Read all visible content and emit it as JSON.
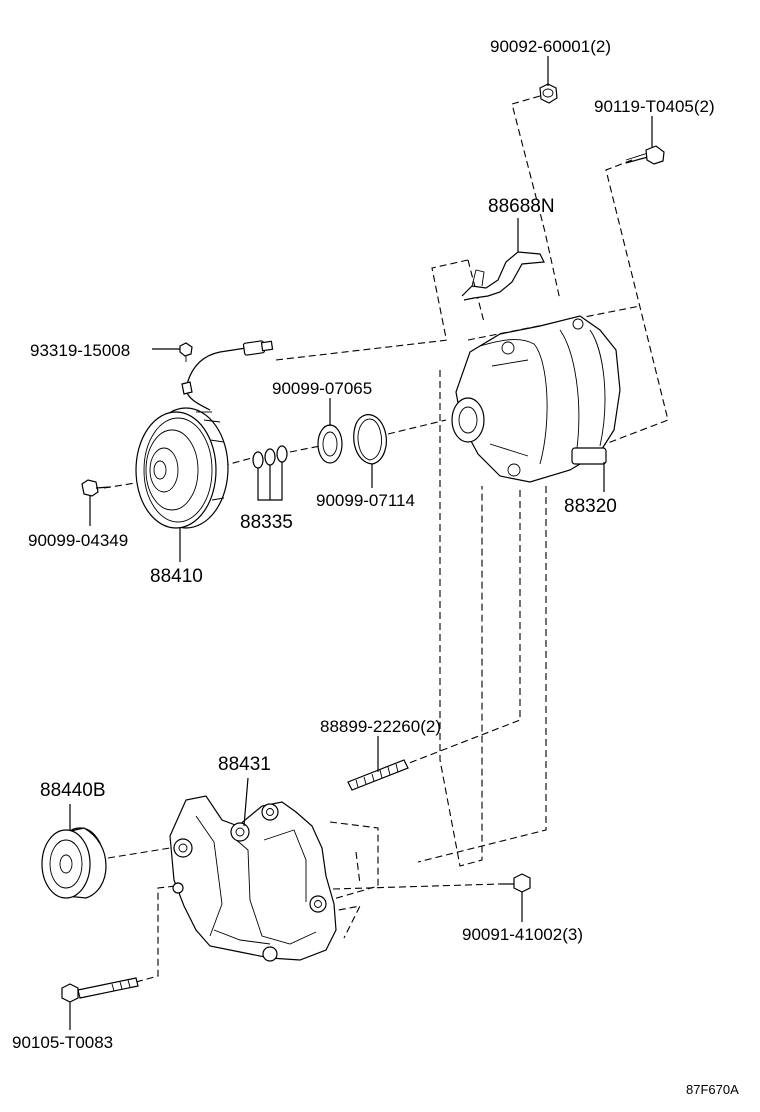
{
  "diagram": {
    "reference_code": "87F670A",
    "part_labels": {
      "p_9009260001": "90092-60001(2)",
      "p_90119T0405": "90119-T0405(2)",
      "p_88688N": "88688N",
      "p_9331915008": "93319-15008",
      "p_9009907065": "90099-07065",
      "p_9009907114": "90099-07114",
      "p_9009904349": "90099-04349",
      "p_88335": "88335",
      "p_88320": "88320",
      "p_88410": "88410",
      "p_8889922260": "88899-22260(2)",
      "p_88431": "88431",
      "p_88440B": "88440B",
      "p_9009141002": "90091-41002(3)",
      "p_90105T0083": "90105-T0083"
    }
  }
}
